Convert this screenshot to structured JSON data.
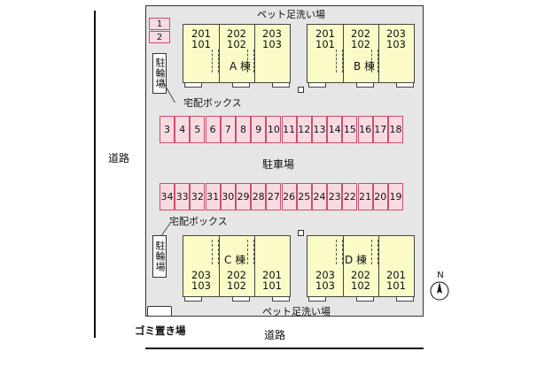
{
  "roads": {
    "left": "道路",
    "bottom": "道路"
  },
  "footbath": {
    "top": "ペット足洗い場",
    "bottom": "ペット足洗い場"
  },
  "parking_label": "駐車場",
  "bike_parking": {
    "top": "駐輪場",
    "bottom": "駐輪場"
  },
  "delivery_box": {
    "top": "宅配ボックス",
    "bottom": "宅配ボックス"
  },
  "garbage": "ゴミ置き場",
  "north": "N",
  "mini_slots": [
    "1",
    "2"
  ],
  "top_row_slots": [
    "3",
    "4",
    "5",
    "6",
    "7",
    "8",
    "9",
    "10",
    "11",
    "12",
    "13",
    "14",
    "15",
    "16",
    "17",
    "18"
  ],
  "bottom_row_slots": [
    "34",
    "33",
    "32",
    "31",
    "30",
    "29",
    "28",
    "27",
    "26",
    "25",
    "24",
    "23",
    "22",
    "21",
    "20",
    "19"
  ],
  "buildings": {
    "a": {
      "name": "A 棟",
      "units": [
        [
          "201",
          "101"
        ],
        [
          "202",
          "102"
        ],
        [
          "203",
          "103"
        ]
      ]
    },
    "b": {
      "name": "B 棟",
      "units": [
        [
          "201",
          "101"
        ],
        [
          "202",
          "102"
        ],
        [
          "203",
          "103"
        ]
      ]
    },
    "c": {
      "name": "C 棟",
      "units": [
        [
          "203",
          "103"
        ],
        [
          "202",
          "102"
        ],
        [
          "201",
          "101"
        ]
      ]
    },
    "d": {
      "name": "D 棟",
      "units": [
        [
          "203",
          "103"
        ],
        [
          "202",
          "102"
        ],
        [
          "201",
          "101"
        ]
      ]
    }
  }
}
